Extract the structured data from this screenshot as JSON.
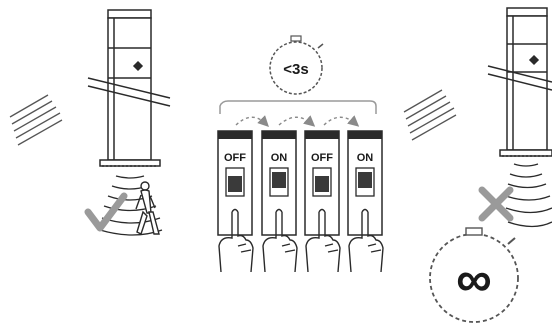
{
  "timer_label": "<3s",
  "infinity_symbol": "∞",
  "switches": [
    {
      "label": "OFF",
      "state": "off"
    },
    {
      "label": "ON",
      "state": "on"
    },
    {
      "label": "OFF",
      "state": "off"
    },
    {
      "label": "ON",
      "state": "on"
    }
  ],
  "icons": {
    "left_lamp": "bollard-lamp-icon",
    "right_lamp": "bollard-lamp-icon",
    "person": "walking-person-icon",
    "check": "check-mark-icon",
    "cross": "cross-mark-icon",
    "timer": "stopwatch-icon",
    "infinity_timer": "stopwatch-infinity-icon",
    "hand": "pointing-hand-icon"
  },
  "colors": {
    "line": "#2a2a2a",
    "gray_mark": "#9a9a9a",
    "arrow": "#9a9a9a"
  }
}
